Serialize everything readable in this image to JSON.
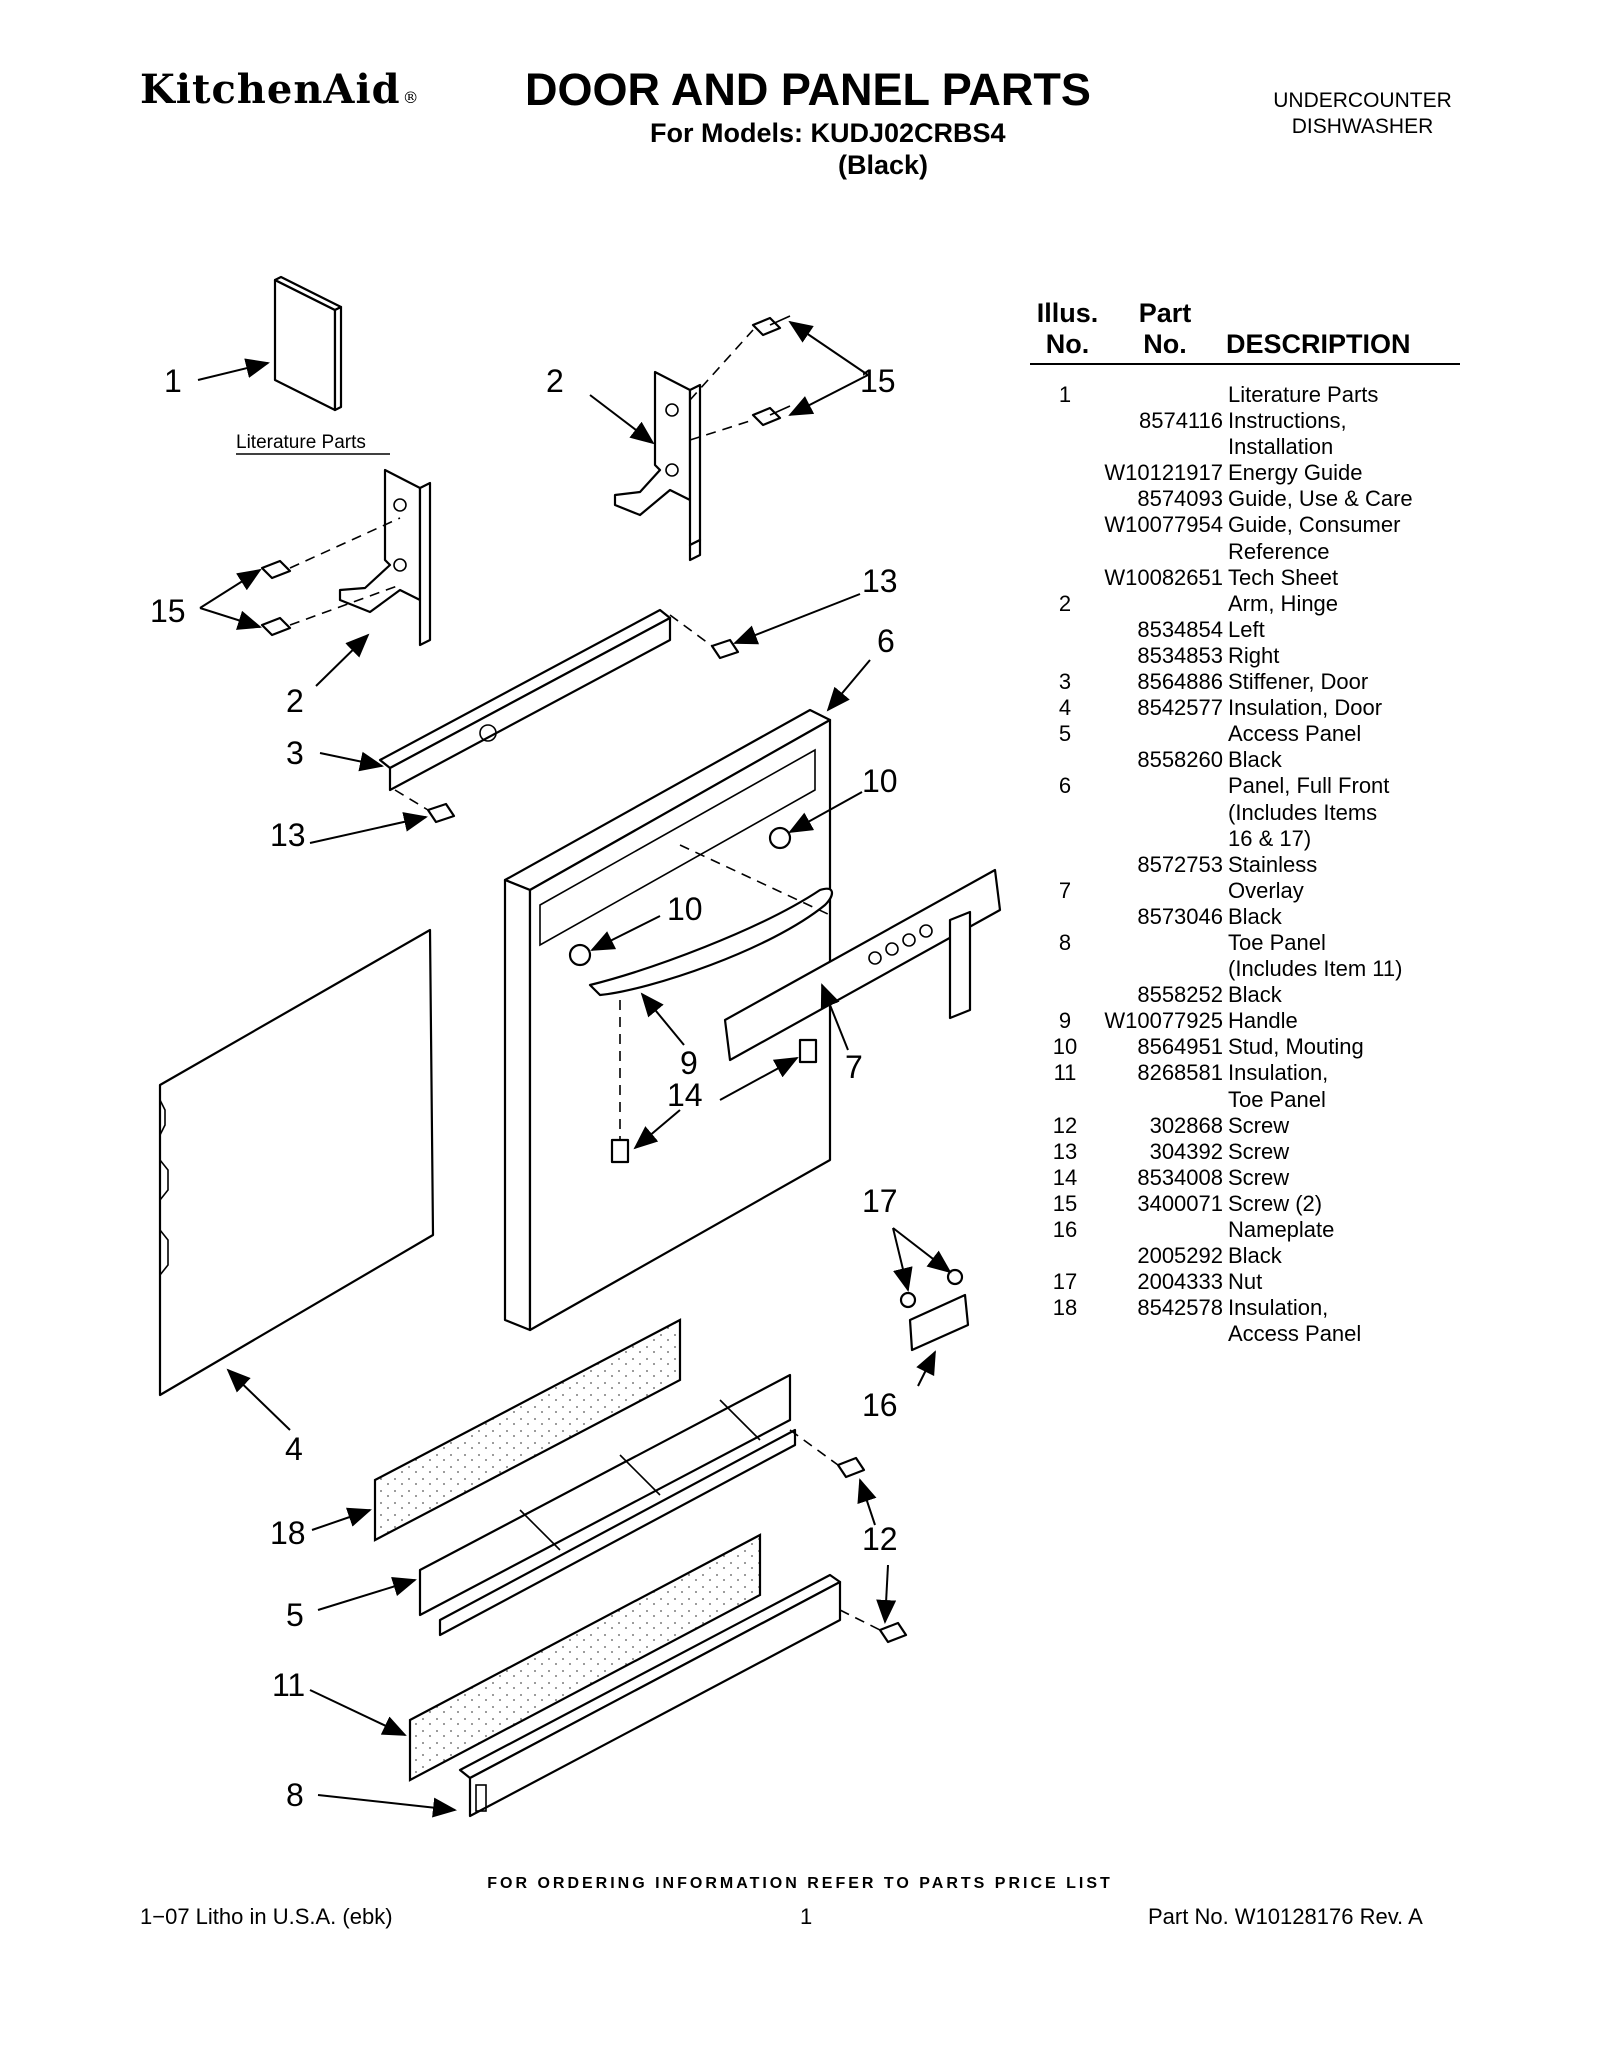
{
  "header": {
    "brand": "KitchenAid",
    "brand_mark": "®",
    "title": "DOOR AND PANEL PARTS",
    "models_line": "For Models: KUDJ02CRBS4",
    "variant": "(Black)",
    "product_type_line1": "UNDERCOUNTER",
    "product_type_line2": "DISHWASHER"
  },
  "table": {
    "header_illus_1": "Illus.",
    "header_illus_2": "No.",
    "header_part_1": "Part",
    "header_part_2": "No.",
    "header_desc": "DESCRIPTION",
    "rows": [
      {
        "illus": "1",
        "part": "",
        "desc": "Literature Parts"
      },
      {
        "illus": "",
        "part": "8574116",
        "desc": "Instructions,"
      },
      {
        "illus": "",
        "part": "",
        "desc": "Installation"
      },
      {
        "illus": "",
        "part": "W10121917",
        "desc": "Energy Guide"
      },
      {
        "illus": "",
        "part": "8574093",
        "desc": "Guide, Use & Care"
      },
      {
        "illus": "",
        "part": "W10077954",
        "desc": "Guide, Consumer"
      },
      {
        "illus": "",
        "part": "",
        "desc": "Reference"
      },
      {
        "illus": "",
        "part": "W10082651",
        "desc": "Tech Sheet"
      },
      {
        "illus": "2",
        "part": "",
        "desc": "Arm, Hinge"
      },
      {
        "illus": "",
        "part": "8534854",
        "desc": "Left"
      },
      {
        "illus": "",
        "part": "8534853",
        "desc": "Right"
      },
      {
        "illus": "3",
        "part": "8564886",
        "desc": "Stiffener, Door"
      },
      {
        "illus": "4",
        "part": "8542577",
        "desc": "Insulation, Door"
      },
      {
        "illus": "5",
        "part": "",
        "desc": "Access Panel"
      },
      {
        "illus": "",
        "part": "8558260",
        "desc": "Black"
      },
      {
        "illus": "6",
        "part": "",
        "desc": "Panel, Full Front"
      },
      {
        "illus": "",
        "part": "",
        "desc": "(Includes Items"
      },
      {
        "illus": "",
        "part": "",
        "desc": " 16 & 17)"
      },
      {
        "illus": "",
        "part": "8572753",
        "desc": "Stainless"
      },
      {
        "illus": "7",
        "part": "",
        "desc": "Overlay"
      },
      {
        "illus": "",
        "part": "8573046",
        "desc": "Black"
      },
      {
        "illus": "8",
        "part": "",
        "desc": "Toe Panel"
      },
      {
        "illus": "",
        "part": "",
        "desc": "(Includes Item 11)"
      },
      {
        "illus": "",
        "part": "8558252",
        "desc": "Black"
      },
      {
        "illus": "9",
        "part": "W10077925",
        "desc": "Handle"
      },
      {
        "illus": "10",
        "part": "8564951",
        "desc": "Stud, Mouting"
      },
      {
        "illus": "11",
        "part": "8268581",
        "desc": "Insulation,"
      },
      {
        "illus": "",
        "part": "",
        "desc": "Toe Panel"
      },
      {
        "illus": "12",
        "part": "302868",
        "desc": "Screw"
      },
      {
        "illus": "13",
        "part": "304392",
        "desc": "Screw"
      },
      {
        "illus": "14",
        "part": "8534008",
        "desc": "Screw"
      },
      {
        "illus": "15",
        "part": "3400071",
        "desc": "Screw (2)"
      },
      {
        "illus": "16",
        "part": "",
        "desc": "Nameplate"
      },
      {
        "illus": "",
        "part": "2005292",
        "desc": "Black"
      },
      {
        "illus": "17",
        "part": "2004333",
        "desc": "Nut"
      },
      {
        "illus": "18",
        "part": "8542578",
        "desc": "Insulation,"
      },
      {
        "illus": "",
        "part": "",
        "desc": "Access Panel"
      }
    ]
  },
  "diagram": {
    "literature_caption": "Literature Parts",
    "callouts": {
      "c1": "1",
      "c2a": "2",
      "c15a": "15",
      "c15b": "15",
      "c2b": "2",
      "c13a": "13",
      "c6": "6",
      "c3": "3",
      "c10a": "10",
      "c13b": "13",
      "c10b": "10",
      "c9": "9",
      "c7": "7",
      "c14": "14",
      "c17": "17",
      "c4": "4",
      "c16": "16",
      "c18": "18",
      "c12": "12",
      "c5": "5",
      "c11": "11",
      "c8": "8"
    }
  },
  "footer": {
    "order_note": "FOR ORDERING INFORMATION REFER TO PARTS PRICE LIST",
    "left": "1−07 Litho in U.S.A. (ebk)",
    "page": "1",
    "right": "Part No. W10128176 Rev. A"
  }
}
